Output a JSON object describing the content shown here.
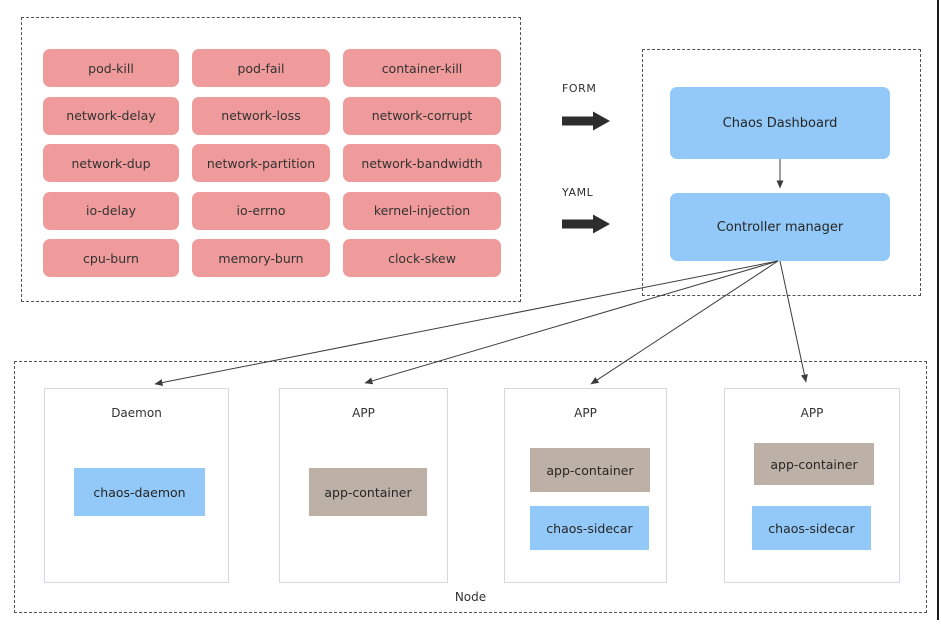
{
  "palette": {
    "experiment_bg": "#F09B9B",
    "blue_bg": "#92C9F8",
    "tan_bg": "#BDB0A6",
    "connector": "#3c3c3c"
  },
  "experiments": {
    "items": [
      "pod-kill",
      "pod-fail",
      "container-kill",
      "network-delay",
      "network-loss",
      "network-corrupt",
      "network-dup",
      "network-partition",
      "network-bandwidth",
      "io-delay",
      "io-errno",
      "kernel-injection",
      "cpu-burn",
      "memory-burn",
      "clock-skew"
    ]
  },
  "inputs": {
    "form_label": "FORM",
    "yaml_label": "YAML"
  },
  "control_plane": {
    "dashboard_label": "Chaos Dashboard",
    "controller_label": "Controller manager"
  },
  "node": {
    "label": "Node",
    "pods": [
      {
        "title": "Daemon",
        "containers": [
          {
            "label": "chaos-daemon"
          }
        ]
      },
      {
        "title": "APP",
        "containers": [
          {
            "label": "app-container"
          }
        ]
      },
      {
        "title": "APP",
        "containers": [
          {
            "label": "app-container"
          },
          {
            "label": "chaos-sidecar"
          }
        ]
      },
      {
        "title": "APP",
        "containers": [
          {
            "label": "app-container"
          },
          {
            "label": "chaos-sidecar"
          }
        ]
      }
    ]
  }
}
